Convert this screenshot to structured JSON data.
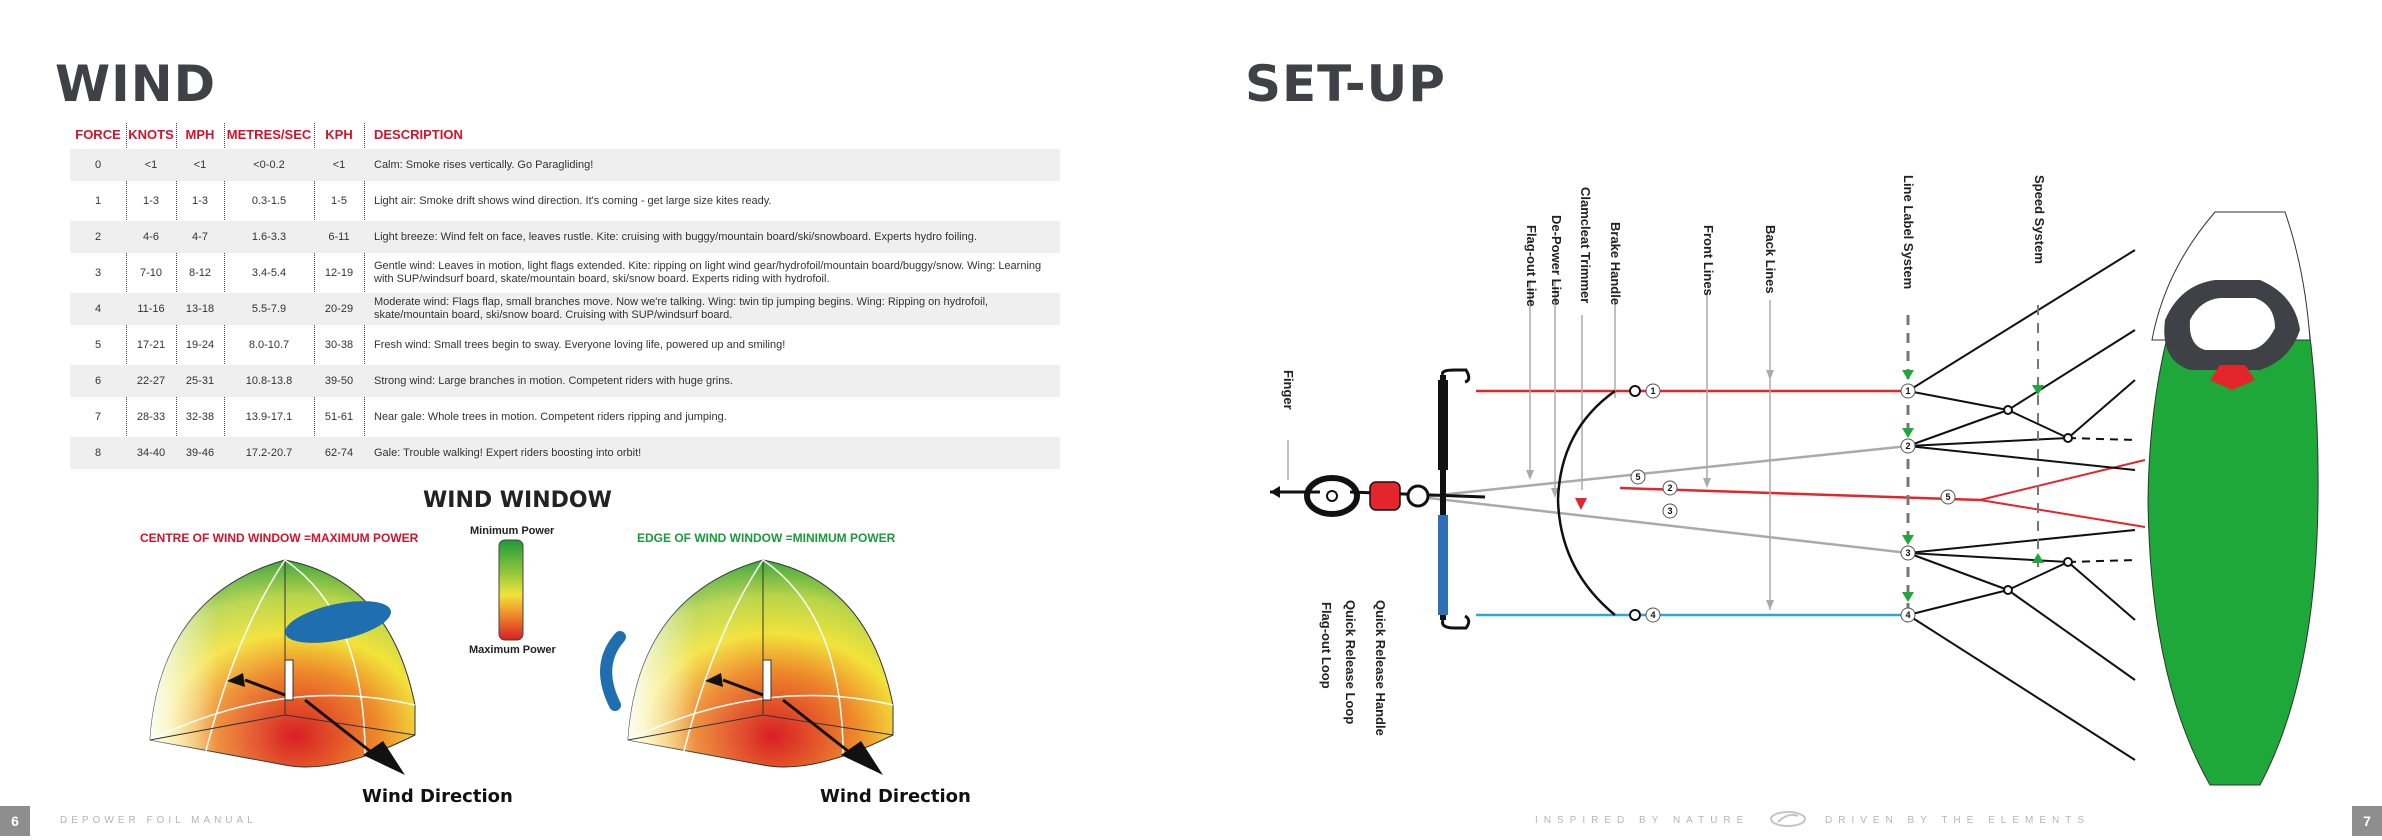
{
  "left_page": {
    "title": "WIND",
    "table": {
      "headers": [
        "FORCE",
        "KNOTS",
        "MPH",
        "METRES/SEC",
        "KPH",
        "DESCRIPTION"
      ],
      "rows": [
        [
          "0",
          "<1",
          "<1",
          "<0-0.2",
          "<1",
          "Calm: Smoke rises vertically. Go Paragliding!"
        ],
        [
          "1",
          "1-3",
          "1-3",
          "0.3-1.5",
          "1-5",
          "Light air: Smoke drift shows wind direction. It's coming - get large size kites ready."
        ],
        [
          "2",
          "4-6",
          "4-7",
          "1.6-3.3",
          "6-11",
          "Light breeze: Wind felt on face, leaves rustle. Kite: cruising with buggy/mountain board/ski/snowboard. Experts hydro foiling."
        ],
        [
          "3",
          "7-10",
          "8-12",
          "3.4-5.4",
          "12-19",
          "Gentle wind: Leaves in motion, light flags extended. Kite: ripping on light wind gear/hydrofoil/mountain board/buggy/snow. Wing: Learning with SUP/windsurf board, skate/mountain board, ski/snow board. Experts riding with hydrofoil."
        ],
        [
          "4",
          "11-16",
          "13-18",
          "5.5-7.9",
          "20-29",
          "Moderate wind: Flags flap, small branches move. Now we're talking. Wing: twin tip jumping begins. Wing: Ripping on hydrofoil, skate/mountain board, ski/snow board. Cruising with SUP/windsurf board."
        ],
        [
          "5",
          "17-21",
          "19-24",
          "8.0-10.7",
          "30-38",
          "Fresh wind: Small trees begin to sway. Everyone loving life, powered up and smiling!"
        ],
        [
          "6",
          "22-27",
          "25-31",
          "10.8-13.8",
          "39-50",
          "Strong wind: Large branches in motion. Competent riders with huge grins."
        ],
        [
          "7",
          "28-33",
          "32-38",
          "13.9-17.1",
          "51-61",
          "Near gale: Whole trees in motion. Competent riders ripping and jumping."
        ],
        [
          "8",
          "34-40",
          "39-46",
          "17.2-20.7",
          "62-74",
          "Gale: Trouble walking! Expert riders boosting into orbit!"
        ]
      ]
    },
    "wind_window": {
      "title": "WIND WINDOW",
      "left_caption": "CENTRE OF WIND WINDOW =MAXIMUM POWER",
      "right_caption": "EDGE OF WIND WINDOW =MINIMUM POWER",
      "legend_min": "Minimum Power",
      "legend_max": "Maximum Power",
      "direction_label": "Wind Direction"
    },
    "footer": "DEPOWER FOIL MANUAL",
    "page_number": "6"
  },
  "right_page": {
    "title": "SET-UP",
    "labels": {
      "finger": "Finger",
      "flag_out_line": "Flag-out Line",
      "depower_line": "De-Power Line",
      "clamcleat": "Clamcleat Trimmer",
      "brake_handle": "Brake Handle",
      "front_lines": "Front Lines",
      "back_lines": "Back Lines",
      "line_label_system": "Line Label System",
      "speed_system": "Speed System",
      "flag_out_loop": "Flag-out Loop",
      "quick_release_loop": "Quick Release Loop",
      "quick_release_handle": "Quick Release Handle"
    },
    "line_numbers": [
      "1",
      "2",
      "3",
      "4",
      "5"
    ],
    "footer_left": "INSPIRED BY NATURE",
    "footer_right": "DRIVEN BY THE ELEMENTS",
    "page_number": "7"
  },
  "colors": {
    "accent_red": "#d0142c",
    "accent_green": "#1a9a3a",
    "title_gray": "#3f4147",
    "line_blue": "#29a8e0",
    "kite_green": "#1fa83a"
  }
}
